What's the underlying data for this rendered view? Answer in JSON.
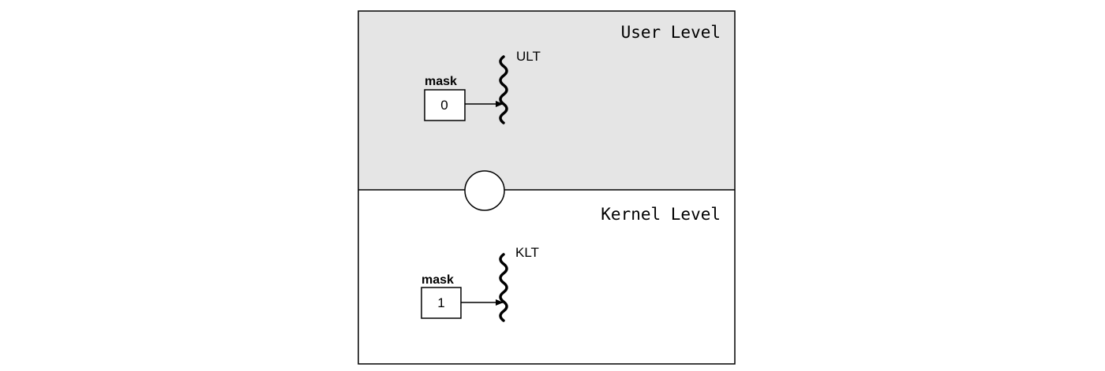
{
  "user_level": {
    "title": "User Level",
    "background": "#e5e5e5",
    "thread_label": "ULT",
    "mask_label": "mask",
    "mask_value": "0"
  },
  "kernel_level": {
    "title": "Kernel Level",
    "background": "#ffffff",
    "thread_label": "KLT",
    "mask_label": "mask",
    "mask_value": "1"
  },
  "colors": {
    "stroke": "#000000"
  }
}
